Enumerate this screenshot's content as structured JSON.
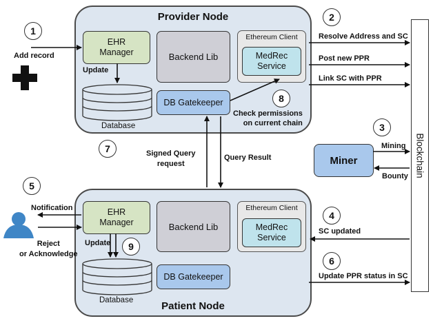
{
  "provider_node": {
    "title": "Provider Node",
    "ehr_manager": "EHR\nManager",
    "update_label": "Update",
    "database_label": "Database",
    "backend_lib": "Backend Lib",
    "db_gatekeeper": "DB Gatekeeper",
    "ethereum_client": "Ethereum Client",
    "medrec_service": "MedRec\nService"
  },
  "patient_node": {
    "title": "Patient Node",
    "ehr_manager": "EHR\nManager",
    "update_label": "Update",
    "database_label": "Database",
    "backend_lib": "Backend Lib",
    "db_gatekeeper": "DB Gatekeeper",
    "ethereum_client": "Ethereum Client",
    "medrec_service": "MedRec\nService"
  },
  "miner": {
    "label": "Miner",
    "mining": "Mining",
    "bounty": "Bounty"
  },
  "blockchain": {
    "label": "Blockchain"
  },
  "steps": [
    "1",
    "2",
    "3",
    "4",
    "5",
    "6",
    "7",
    "8",
    "9"
  ],
  "labels": {
    "add_record": "Add record",
    "resolve": "Resolve Address and SC",
    "post_ppr": "Post new PPR",
    "link_sc": "Link SC with PPR",
    "check_permissions": "Check permissions\non current chain",
    "signed_query": "Signed Query\nrequest",
    "query_result": "Query Result",
    "notification": "Notification",
    "reject": "Reject\nor Acknowledge",
    "sc_updated": "SC updated",
    "update_ppr": "Update PPR status in SC"
  }
}
